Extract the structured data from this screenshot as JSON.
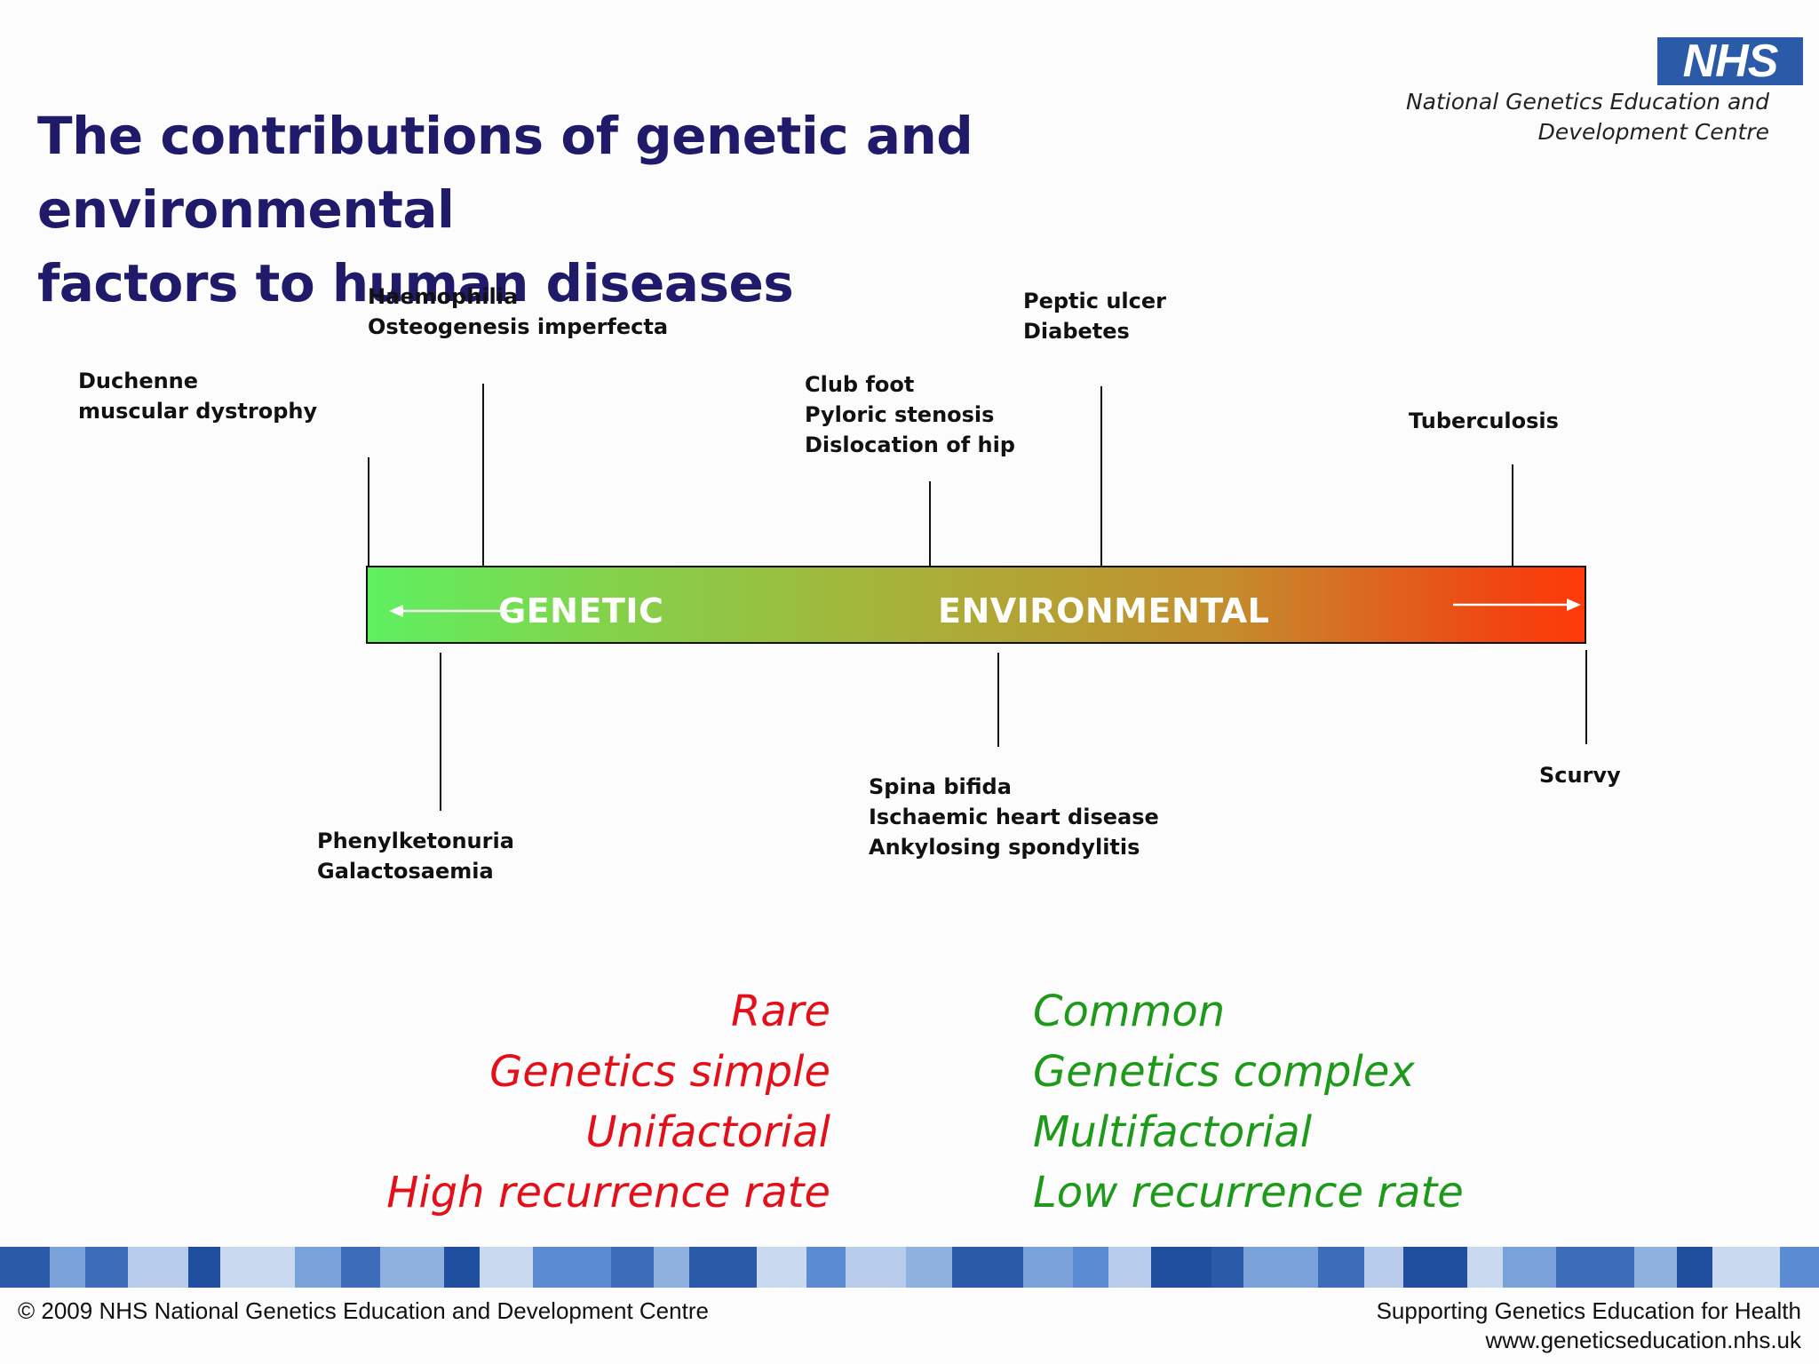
{
  "header": {
    "title_line1": "The contributions of genetic and environmental",
    "title_line2": "factors to human diseases",
    "logo_text": "NHS",
    "org_line1": "National Genetics Education and",
    "org_line2": "Development Centre"
  },
  "spectrum": {
    "left_label": "GENETIC",
    "right_label": "ENVIRONMENTAL",
    "gradient_start_color": "#5ef060",
    "gradient_end_color": "#ff3a08"
  },
  "diseases": {
    "duchenne": [
      "Duchenne",
      "muscular dystrophy"
    ],
    "haemophilia": [
      "Haemophilia",
      "Osteogenesis imperfecta"
    ],
    "club_foot": [
      "Club foot",
      "Pyloric stenosis",
      "Dislocation of hip"
    ],
    "peptic_ulcer": [
      "Peptic ulcer",
      "Diabetes"
    ],
    "tuberculosis": [
      "Tuberculosis"
    ],
    "phenylketonuria": [
      "Phenylketonuria",
      "Galactosaemia"
    ],
    "spina_bifida": [
      "Spina bifida",
      "Ischaemic heart disease",
      "Ankylosing spondylitis"
    ],
    "scurvy": [
      "Scurvy"
    ]
  },
  "traits": {
    "genetic": [
      "Rare",
      "Genetics simple",
      "Unifactorial",
      "High recurrence rate"
    ],
    "environmental": [
      "Common",
      "Genetics complex",
      "Multifactorial",
      "Low recurrence rate"
    ],
    "genetic_color": "#e3101a",
    "environmental_color": "#1e9a1a"
  },
  "footer": {
    "copyright": "© 2009 NHS National Genetics Education and Development Centre",
    "tagline": "Supporting Genetics Education for Health",
    "website": "www.geneticseducation.nhs.uk"
  }
}
